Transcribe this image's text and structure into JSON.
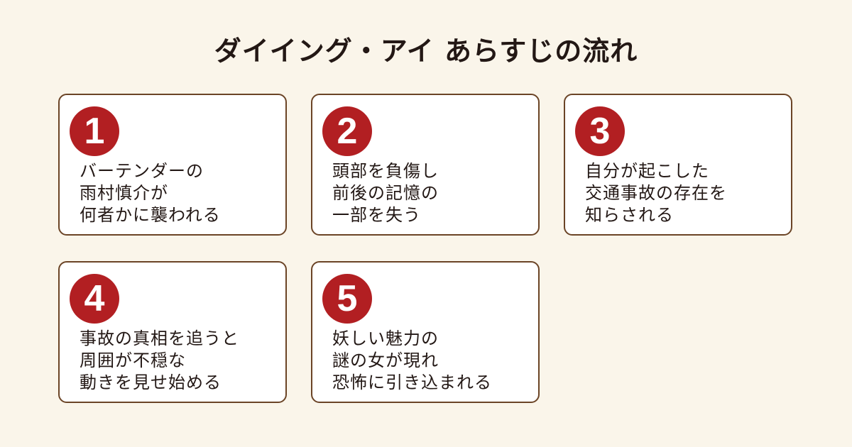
{
  "title": "ダイイング・アイ あらすじの流れ",
  "colors": {
    "background": "#faf5ea",
    "card_border": "#6b4426",
    "badge": "#b21f22",
    "text": "#231815"
  },
  "steps": [
    {
      "number": "1",
      "lines": [
        "バーテンダーの",
        "雨村慎介が",
        "何者かに襲われる"
      ]
    },
    {
      "number": "2",
      "lines": [
        "頭部を負傷し",
        "前後の記憶の",
        "一部を失う"
      ]
    },
    {
      "number": "3",
      "lines": [
        "自分が起こした",
        "交通事故の存在を",
        "知らされる"
      ]
    },
    {
      "number": "4",
      "lines": [
        "事故の真相を追うと",
        "周囲が不穏な",
        "動きを見せ始める"
      ]
    },
    {
      "number": "5",
      "lines": [
        "妖しい魅力の",
        "謎の女が現れ",
        "恐怖に引き込まれる"
      ]
    }
  ]
}
